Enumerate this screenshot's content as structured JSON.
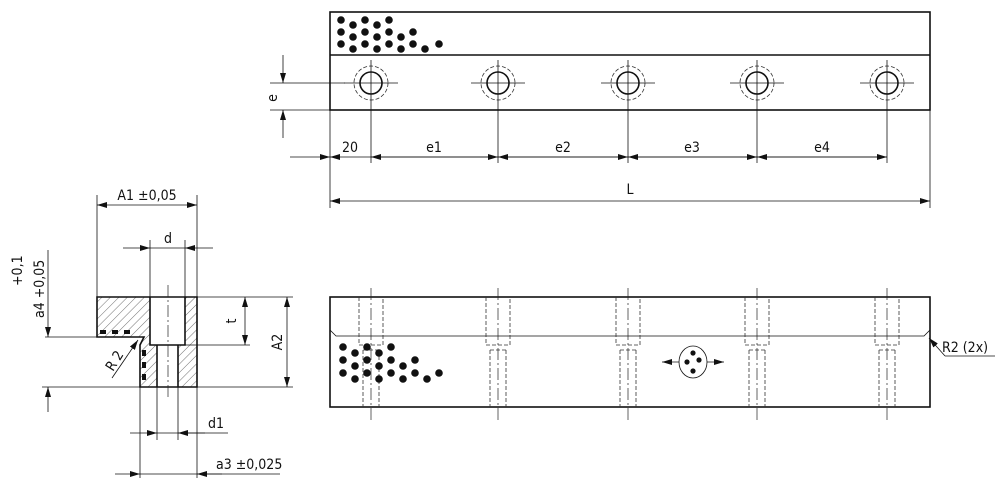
{
  "drawing": {
    "top_view": {
      "dim_e": "e",
      "dim_first": "20",
      "dim_spacings": [
        "e1",
        "e2",
        "e3",
        "e4"
      ],
      "dim_length": "L"
    },
    "front_view": {
      "radius_note": "R2 (2x)"
    },
    "section": {
      "dim_A1": "A1 ±0,05",
      "dim_d": "d",
      "dim_t": "t",
      "dim_A2": "A2",
      "dim_a4": "a4 +0,05",
      "dim_a4_upper": "+0,1",
      "dim_R": "R 2",
      "dim_d1": "d1",
      "dim_a3": "a3 ±0,025"
    },
    "colors": {
      "line": "#111111",
      "background": "#ffffff"
    }
  }
}
